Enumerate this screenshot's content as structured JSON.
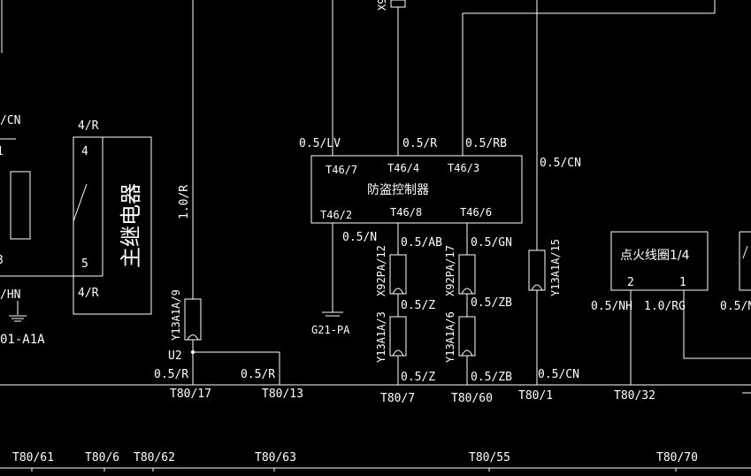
{
  "labels": {
    "cut_top": "X9",
    "cut_cn": "/CN",
    "cut_hn": "/HN",
    "cut_a1a": "01-A1A",
    "cut_one": "1",
    "cut_three": "3",
    "relay_pin4": "4",
    "relay_pin5": "5",
    "relay_wire_top": "4/R",
    "relay_wire_bottom": "4/R",
    "relay_name": "主继电器",
    "wire_10r": "1.0/R",
    "y13_9": "Y13A1A/9",
    "u2": "U2",
    "wire_05r_a": "0.5/R",
    "wire_05r_b": "0.5/R",
    "t80_17": "T80/17",
    "t80_13": "T80/13",
    "wire_lv": "0.5/LV",
    "wire_r": "0.5/R",
    "wire_rb": "0.5/RB",
    "t46_7": "T46/7",
    "t46_4": "T46/4",
    "t46_3": "T46/3",
    "immo_name": "防盗控制器",
    "t46_2": "T46/2",
    "t46_8": "T46/8",
    "t46_6": "T46/6",
    "wire_n": "0.5/N",
    "wire_ab": "0.5/AB",
    "wire_gn": "0.5/GN",
    "g21": "G21-PA",
    "x92_12": "X92PA/12",
    "x92_17": "X92PA/17",
    "wire_z1": "0.5/Z",
    "wire_zb1": "0.5/ZB",
    "y13_3": "Y13A1A/3",
    "y13_6": "Y13A1A/6",
    "wire_z2": "0.5/Z",
    "wire_zb2": "0.5/ZB",
    "t80_7": "T80/7",
    "t80_60": "T80/60",
    "wire_cn_top": "0.5/CN",
    "y13_15": "Y13A1A/15",
    "wire_cn_bottom": "0.5/CN",
    "t80_1": "T80/1",
    "coil_name": "点火线圈1/4",
    "coil_pin2": "2",
    "coil_pin1": "1",
    "wire_nh": "0.5/NH",
    "wire_rg": "1.0/RG",
    "wire_n_right": "0.5/N",
    "t80_32": "T80/32",
    "t80_61": "T80/61",
    "t80_6": "T80/6",
    "t80_62": "T80/62",
    "t80_63": "T80/63",
    "t80_55": "T80/55",
    "t80_70": "T80/70"
  }
}
